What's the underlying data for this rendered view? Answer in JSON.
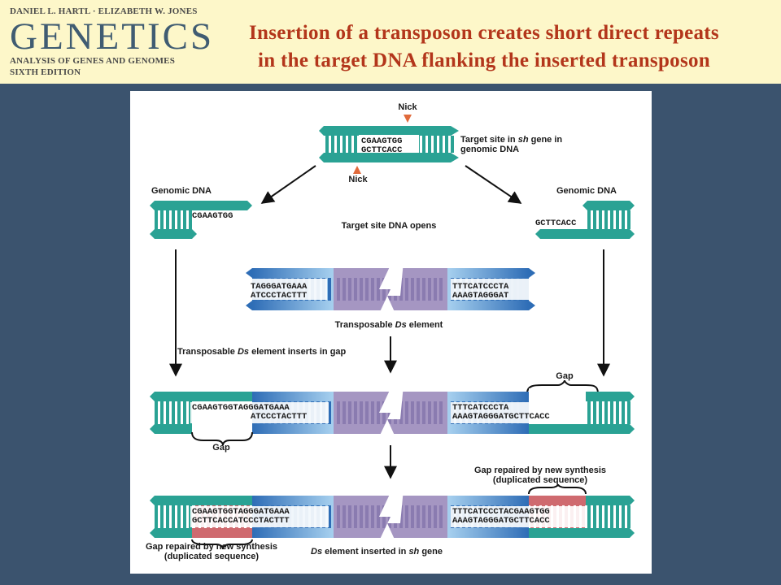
{
  "logo": {
    "authors": "DANIEL L. HARTL · ELIZABETH W. JONES",
    "title": "GENETICS",
    "subtitle": "ANALYSIS OF GENES AND GENOMES",
    "edition": "SIXTH EDITION"
  },
  "slide_title": {
    "line1": "Insertion of a transposon creates short direct repeats",
    "line2": "in the target DNA flanking the inserted transposon"
  },
  "colors": {
    "background": "#3b536e",
    "header_bg": "#fdf7c9",
    "title_red": "#b3361b",
    "dna_teal": "#2aa294",
    "transposon_blue": "#3f8fd0",
    "transposon_purple": "#a596c2",
    "repair_red": "#cf6a6f"
  },
  "diagram": {
    "nick_top": "Nick",
    "target_top_seq": "CGAAGTGG",
    "target_bottom_seq": "GCTTCACC",
    "target_label_1": "Target site in ",
    "target_label_gene": "sh",
    "target_label_2": " gene in",
    "target_label_3": "genomic DNA",
    "nick_bottom": "Nick",
    "genomic_left": "Genomic DNA",
    "genomic_left_seq": "CGAAGTGG",
    "genomic_right": "Genomic DNA",
    "genomic_right_seq": "GCTTCACC",
    "opens": "Target site DNA opens",
    "ds_left_top": "TAGGGATGAAA",
    "ds_left_bottom": "ATCCCTACTTT",
    "ds_right_top": "TTTCATCCCTA",
    "ds_right_bottom": "AAAGTAGGGAT",
    "transposable_1": "Transposable ",
    "transposable_ds": "Ds",
    "transposable_2": " element",
    "inserts_1": "Transposable ",
    "inserts_ds": "Ds",
    "inserts_2": " element inserts in gap",
    "gap": "Gap",
    "gap_right": "Gap",
    "row3_left_top": "CGAAGTGGTAGGGATGAAA",
    "row3_left_bottom": "ATCCCTACTTT",
    "row3_right_top": "TTTCATCCCTA",
    "row3_right_bottom": "AAAGTAGGGATGCTTCACC",
    "gap_left": "Gap",
    "repair_right_1": "Gap repaired by new synthesis",
    "repair_right_2": "(duplicated sequence)",
    "row4_left_top": "CGAAGTGGTAGGGATGAAA",
    "row4_left_bottom": "GCTTCACCATCCCTACTTT",
    "row4_right_top": "TTTCATCCCTACGAAGTGG",
    "row4_right_bottom": "AAAGTAGGGATGCTTCACC",
    "repair_left_1": "Gap repaired by new synthesis",
    "repair_left_2": "(duplicated sequence)",
    "final_ds": "Ds",
    "final_1": " element inserted in ",
    "final_sh": "sh",
    "final_2": " gene"
  }
}
